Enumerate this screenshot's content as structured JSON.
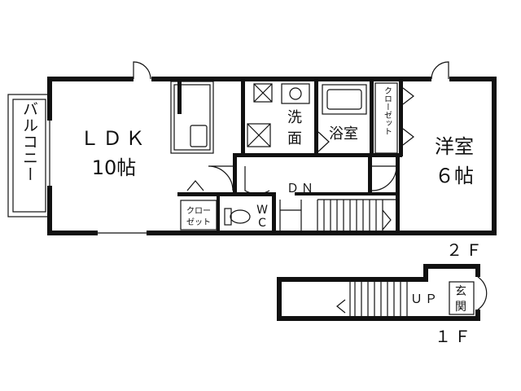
{
  "floor2": {
    "label": "２Ｆ",
    "rooms": {
      "ldk_name": "ＬＤＫ",
      "ldk_size": "10帖",
      "western_name": "洋室",
      "western_size": "６帖",
      "balcony": "バルコニー",
      "washroom_1": "洗",
      "washroom_2": "面",
      "bath": "浴室",
      "closet_vertical": "クローゼット",
      "closet_small_1": "クロー",
      "closet_small_2": "ゼット",
      "wc_1": "W",
      "wc_2": "C",
      "stairs_down": "ＤＮ"
    }
  },
  "floor1": {
    "label": "１Ｆ",
    "stairs_up": "ＵＰ",
    "entrance_1": "玄",
    "entrance_2": "関"
  }
}
